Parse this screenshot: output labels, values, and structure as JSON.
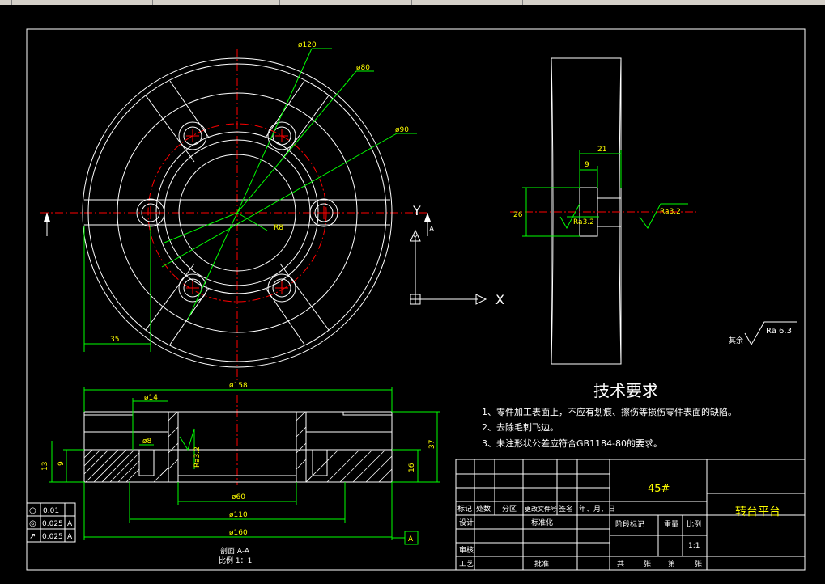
{
  "drawing": {
    "tech_title": "技术要求",
    "requirements": [
      "1、零件加工表面上，不应有划痕、擦伤等损伤零件表面的缺陷。",
      "2、去除毛刺飞边。",
      "3、未注形状公差应符合GB1184-80的要求。"
    ],
    "roughness_note": {
      "prefix": "其余",
      "value": "Ra 6.3"
    },
    "section_label": "剖面 A-A",
    "section_scale": "比例 1：1",
    "axes": {
      "y": "Y",
      "x": "X",
      "a": "A"
    },
    "top_view_dims": [
      "ø120",
      "ø80",
      "ø90",
      "R8",
      "35"
    ],
    "side_view_dims": [
      "21",
      "9",
      "26",
      "Ra3.2",
      "Ra3.2"
    ],
    "section_dims": [
      "ø158",
      "ø14",
      "ø8",
      "ø60",
      "ø110",
      "ø160",
      "37",
      "16",
      "9",
      "13",
      "Ra3.2"
    ],
    "datum": "A"
  },
  "tolerances": [
    {
      "symbol": "○",
      "value": "0.01",
      "datum": ""
    },
    {
      "symbol": "◎",
      "value": "0.025",
      "datum": "A"
    },
    {
      "symbol": "↗",
      "value": "0.025",
      "datum": "A"
    }
  ],
  "title_block": {
    "material": "45#",
    "part_name": "转台平台",
    "row_headers": [
      "标记",
      "处数",
      "分区",
      "更改文件号",
      "签名",
      "年、月、日"
    ],
    "left_labels": [
      "设计",
      "审核",
      "工艺"
    ],
    "std_label": "标准化",
    "approve_label": "批准",
    "stage_label": "阶段标记",
    "weight_label": "重量",
    "scale_label": "比例",
    "scale_value": "1:1",
    "sheet_labels": [
      "共",
      "张",
      "第",
      "张"
    ]
  }
}
